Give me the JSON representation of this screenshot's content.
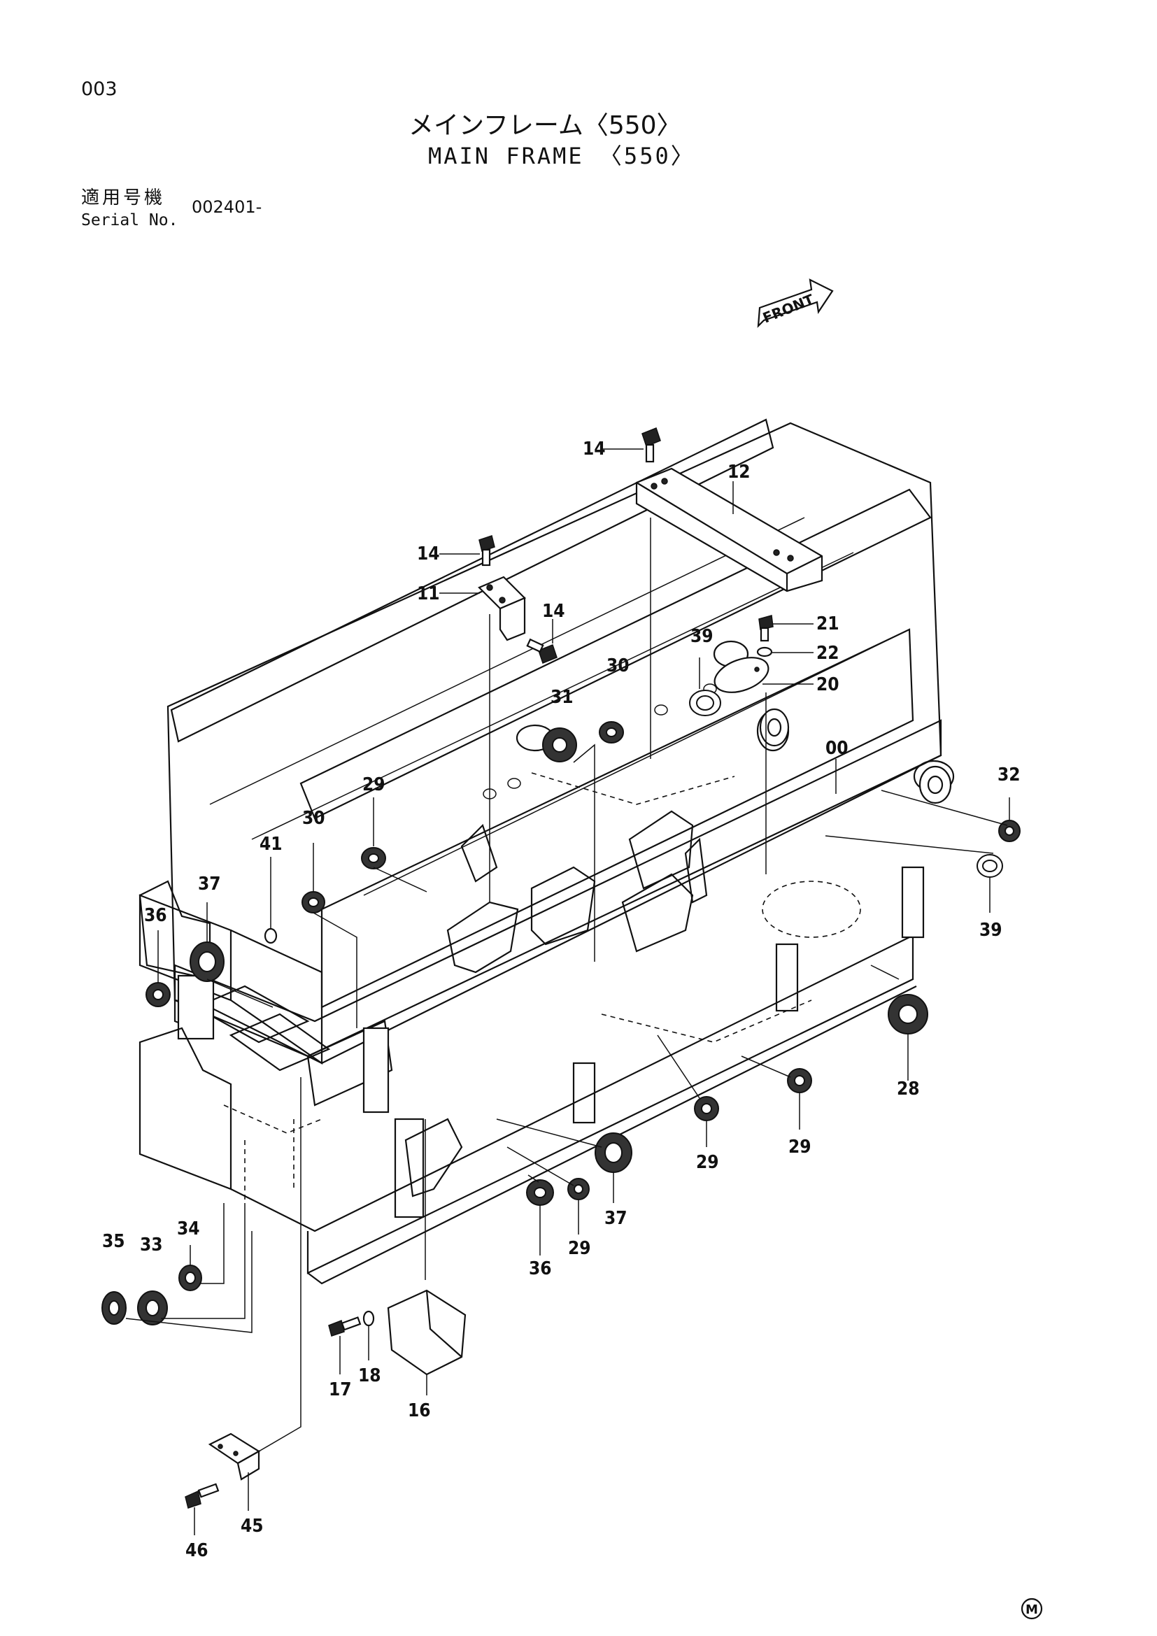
{
  "page_number": "003",
  "title_jp": "メインフレーム〈550〉",
  "title_en": "MAIN FRAME 〈550〉",
  "serial": {
    "label_jp": "適用号機",
    "label_en": "Serial No.",
    "value": "002401-"
  },
  "front_label": "FRONT",
  "copyright_mark": "M",
  "parts": {
    "p00": "00",
    "p11": "11",
    "p12": "12",
    "p14a": "14",
    "p14b": "14",
    "p14c": "14",
    "p16": "16",
    "p17": "17",
    "p18": "18",
    "p20": "20",
    "p21": "21",
    "p22": "22",
    "p28": "28",
    "p29a": "29",
    "p29b": "29",
    "p29c": "29",
    "p29d": "29",
    "p30a": "30",
    "p30b": "30",
    "p31": "31",
    "p32": "32",
    "p33": "33",
    "p34": "34",
    "p35": "35",
    "p36a": "36",
    "p36b": "36",
    "p37a": "37",
    "p37b": "37",
    "p39a": "39",
    "p39b": "39",
    "p41": "41",
    "p45": "45",
    "p46": "46"
  }
}
